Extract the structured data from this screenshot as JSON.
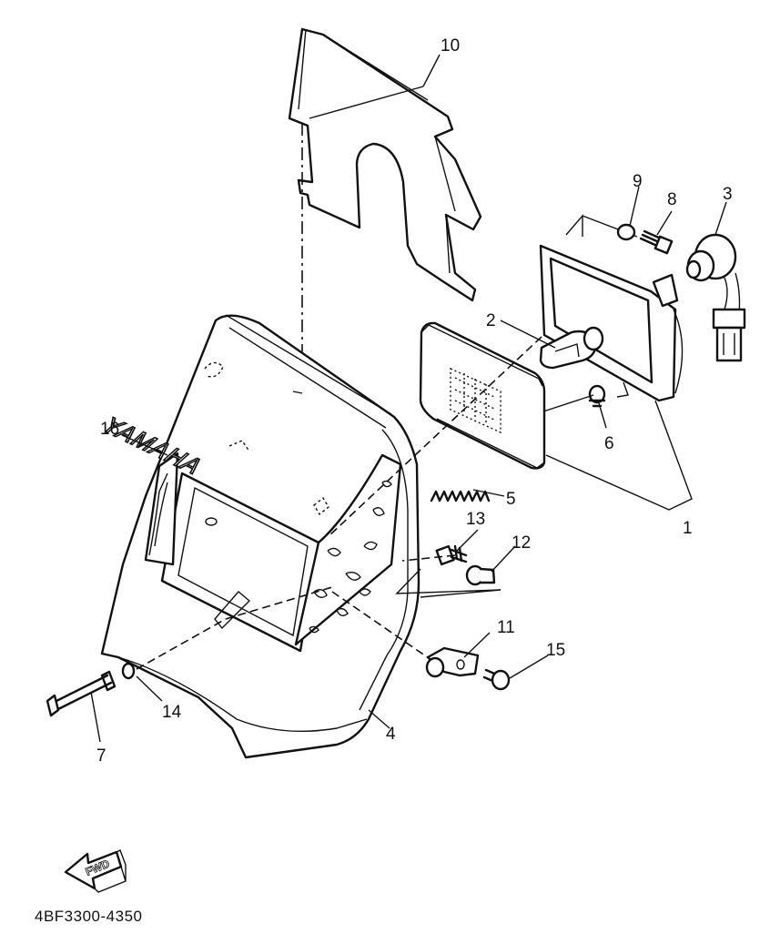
{
  "diagram": {
    "callouts": [
      {
        "id": "10",
        "label": "10"
      },
      {
        "id": "9",
        "label": "9"
      },
      {
        "id": "8",
        "label": "8"
      },
      {
        "id": "3",
        "label": "3"
      },
      {
        "id": "2",
        "label": "2"
      },
      {
        "id": "6",
        "label": "6"
      },
      {
        "id": "16",
        "label": "16"
      },
      {
        "id": "5",
        "label": "5"
      },
      {
        "id": "1",
        "label": "1"
      },
      {
        "id": "13",
        "label": "13"
      },
      {
        "id": "12",
        "label": "12"
      },
      {
        "id": "11",
        "label": "11"
      },
      {
        "id": "15",
        "label": "15"
      },
      {
        "id": "14",
        "label": "14"
      },
      {
        "id": "7",
        "label": "7"
      },
      {
        "id": "4",
        "label": "4"
      }
    ],
    "logo_text": "YAMAHA",
    "fwd_label": "FWD",
    "part_code": "4BF3300-4350"
  }
}
